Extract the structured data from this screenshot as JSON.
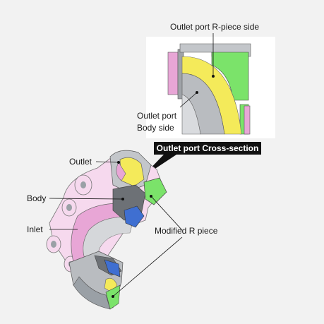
{
  "labels": {
    "outlet_r_piece_side": "Outlet port R-piece side",
    "outlet_body_side_line1": "Outlet port",
    "outlet_body_side_line2": "Body side",
    "cross_section": "Outlet port Cross-section",
    "outlet": "Outlet",
    "body": "Body",
    "inlet": "Inlet",
    "modified_r_piece": "Modified R piece"
  },
  "colors": {
    "background": "#f2f2f2",
    "inset_panel": "#ffffff",
    "body_gray": "#b9bcc0",
    "body_dark": "#6d7176",
    "section_pink": "#e8a6d6",
    "light_pink": "#f6d9ee",
    "r_piece_green": "#7be36a",
    "seal_yellow": "#f4ea5a",
    "gasket_blue": "#3f6fd1",
    "callout_bg": "#111111"
  },
  "icons": [
    "valve-body-cutaway-illustration",
    "outlet-port-section-detail"
  ]
}
